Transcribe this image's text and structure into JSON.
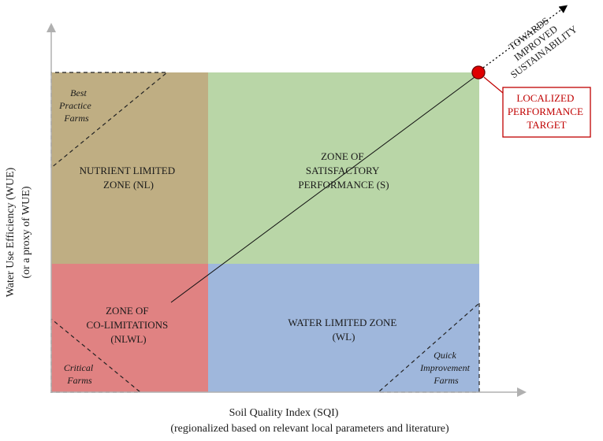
{
  "axes": {
    "x_title": "Soil Quality Index (SQI)",
    "x_subtitle": "(regionalized based on relevant local parameters and literature)",
    "y_title": "Water Use Efficiency (WUE)",
    "y_subtitle": "(or a proxy of WUE)"
  },
  "zones": {
    "nutrient": {
      "line1": "NUTRIENT LIMITED",
      "line2": "ZONE (NL)",
      "color": "#bfae83"
    },
    "satisfactory": {
      "line1": "ZONE OF",
      "line2": "SATISFACTORY",
      "line3": "PERFORMANCE (S)",
      "color": "#b9d6a7"
    },
    "colimit": {
      "line1": "ZONE OF",
      "line2": "CO-LIMITATIONS",
      "line3": "(NLWL)",
      "color": "#e08282"
    },
    "water": {
      "line1": "WATER LIMITED ZONE",
      "line2": "(WL)",
      "color": "#9fb7dc"
    }
  },
  "corners": {
    "best": {
      "line1": "Best",
      "line2": "Practice",
      "line3": "Farms"
    },
    "critical": {
      "line1": "Critical",
      "line2": "Farms"
    },
    "quick": {
      "line1": "Quick",
      "line2": "Improvement",
      "line3": "Farms"
    }
  },
  "target": {
    "line1": "LOCALIZED",
    "line2": "PERFORMANCE",
    "line3": "TARGET",
    "color": "#c00000"
  },
  "arrow": {
    "line1": "TOWARDS",
    "line2": "IMPROVED",
    "line3": "SUSTAINABILITY"
  }
}
